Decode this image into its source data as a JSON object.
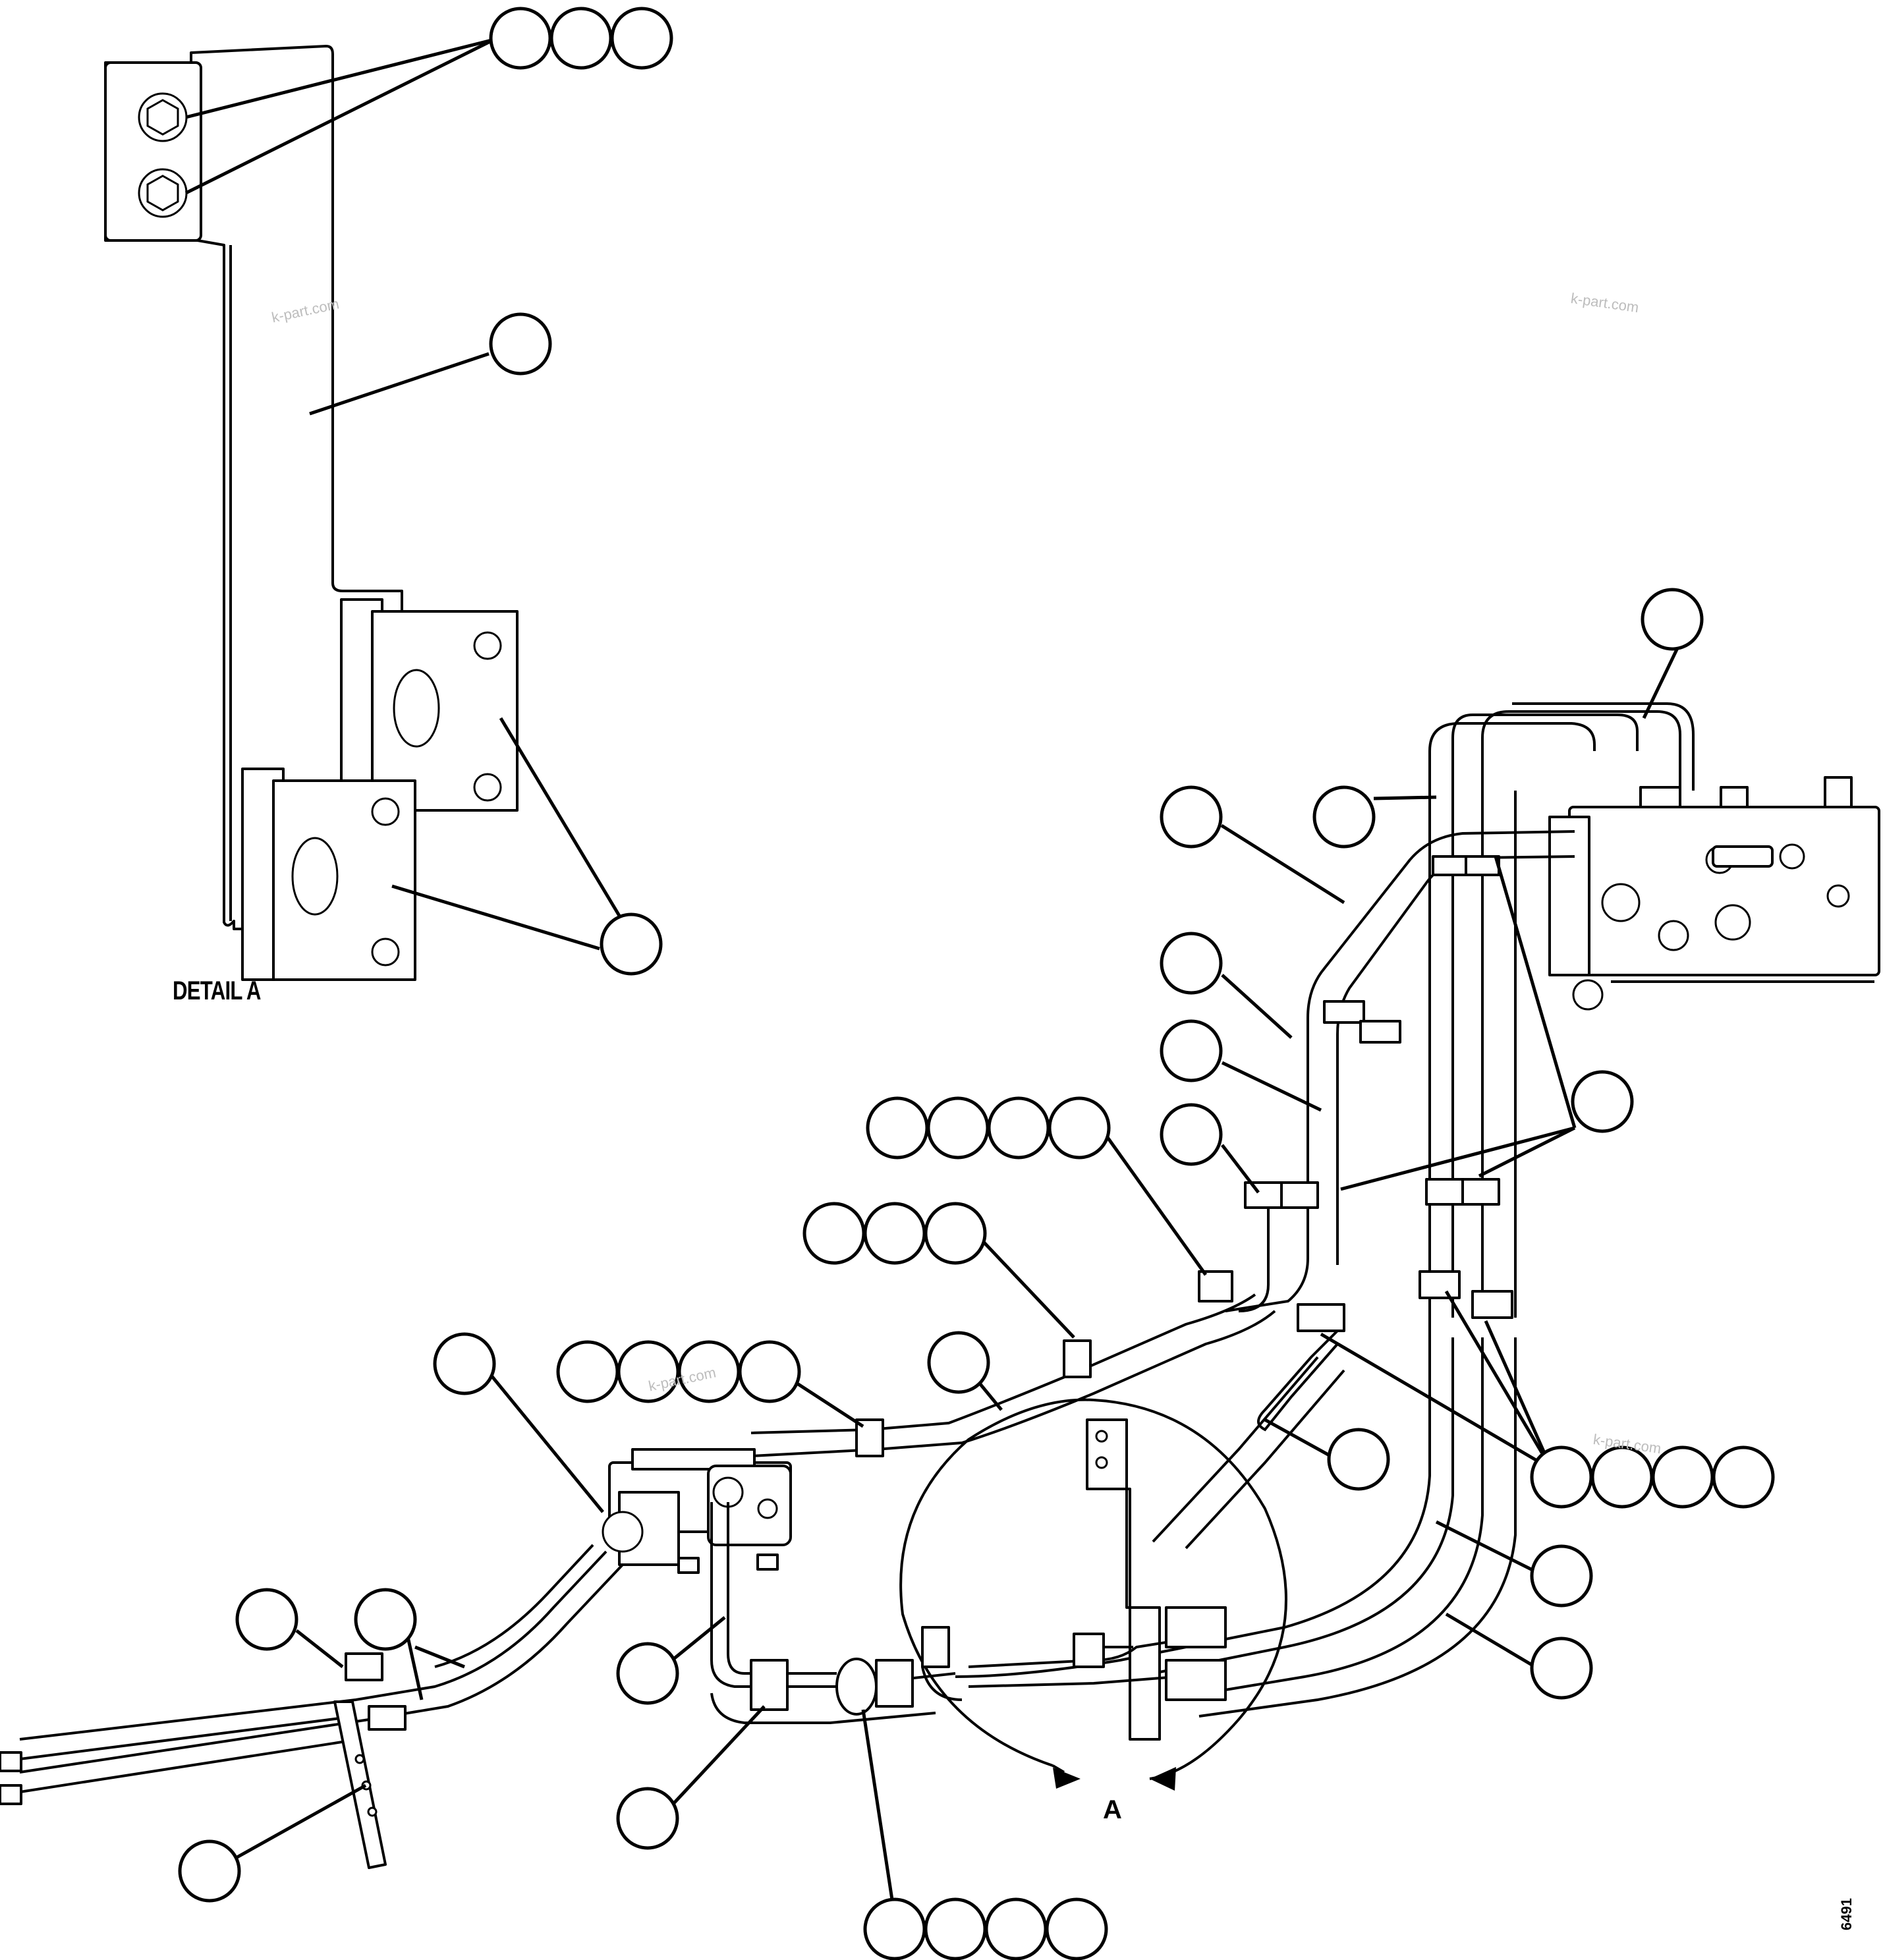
{
  "labels": {
    "detail": "DETAIL A",
    "view": "A",
    "drawing_number": "6491"
  },
  "watermarks": [
    "k-part.com",
    "k-part.com",
    "k-part.com",
    "k-part.com"
  ],
  "colors": {
    "line": "#000000",
    "background": "#ffffff",
    "watermark": "#bdbdbd"
  },
  "callout_groups": [
    {
      "id": "detail-bolts",
      "count": 3
    },
    {
      "id": "detail-bracket",
      "count": 1
    },
    {
      "id": "detail-clamp-blocks",
      "count": 1
    },
    {
      "id": "tube-top-right",
      "count": 1
    },
    {
      "id": "tube-upper",
      "count": 1
    },
    {
      "id": "tube-clamp-upper",
      "count": 1
    },
    {
      "id": "tube-left-1",
      "count": 1
    },
    {
      "id": "tube-left-2",
      "count": 1
    },
    {
      "id": "clamp-mid",
      "count": 1
    },
    {
      "id": "hose-fitting-4",
      "count": 4
    },
    {
      "id": "clamp-right",
      "count": 1
    },
    {
      "id": "hose-clip-3",
      "count": 3
    },
    {
      "id": "pump",
      "count": 1
    },
    {
      "id": "hose-clip-4",
      "count": 4
    },
    {
      "id": "hose-upper",
      "count": 1
    },
    {
      "id": "cylinder-hose",
      "count": 1
    },
    {
      "id": "clamps-4",
      "count": 4
    },
    {
      "id": "hose-lower-1",
      "count": 1
    },
    {
      "id": "hose-lower-2",
      "count": 1
    },
    {
      "id": "hose-left-a",
      "count": 1
    },
    {
      "id": "hose-left-b",
      "count": 1
    },
    {
      "id": "tube-bend",
      "count": 1
    },
    {
      "id": "clamp-bottom",
      "count": 1
    },
    {
      "id": "bracket-bottom",
      "count": 1
    },
    {
      "id": "fitting-bottom-4",
      "count": 4
    }
  ]
}
